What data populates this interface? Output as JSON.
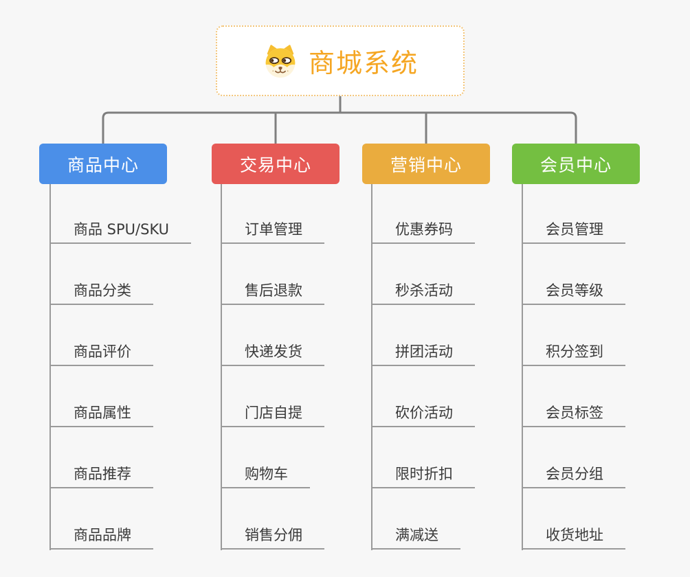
{
  "root": {
    "title": "商城系统",
    "icon": "shiba-dog-icon",
    "title_color": "#f5a623",
    "border_color": "#f3c579"
  },
  "connector_color": "#7f7f7f",
  "line_color": "#9a9a9a",
  "branches": [
    {
      "label": "商品中心",
      "color": "#4b8fe8",
      "items": [
        "商品 SPU/SKU",
        "商品分类",
        "商品评价",
        "商品属性",
        "商品推荐",
        "商品品牌"
      ]
    },
    {
      "label": "交易中心",
      "color": "#e65a56",
      "items": [
        "订单管理",
        "售后退款",
        "快递发货",
        "门店自提",
        "购物车",
        "销售分佣"
      ]
    },
    {
      "label": "营销中心",
      "color": "#eaac3e",
      "items": [
        "优惠券码",
        "秒杀活动",
        "拼团活动",
        "砍价活动",
        "限时折扣",
        "满减送"
      ]
    },
    {
      "label": "会员中心",
      "color": "#74bf41",
      "items": [
        "会员管理",
        "会员等级",
        "积分签到",
        "会员标签",
        "会员分组",
        "收货地址"
      ]
    }
  ]
}
